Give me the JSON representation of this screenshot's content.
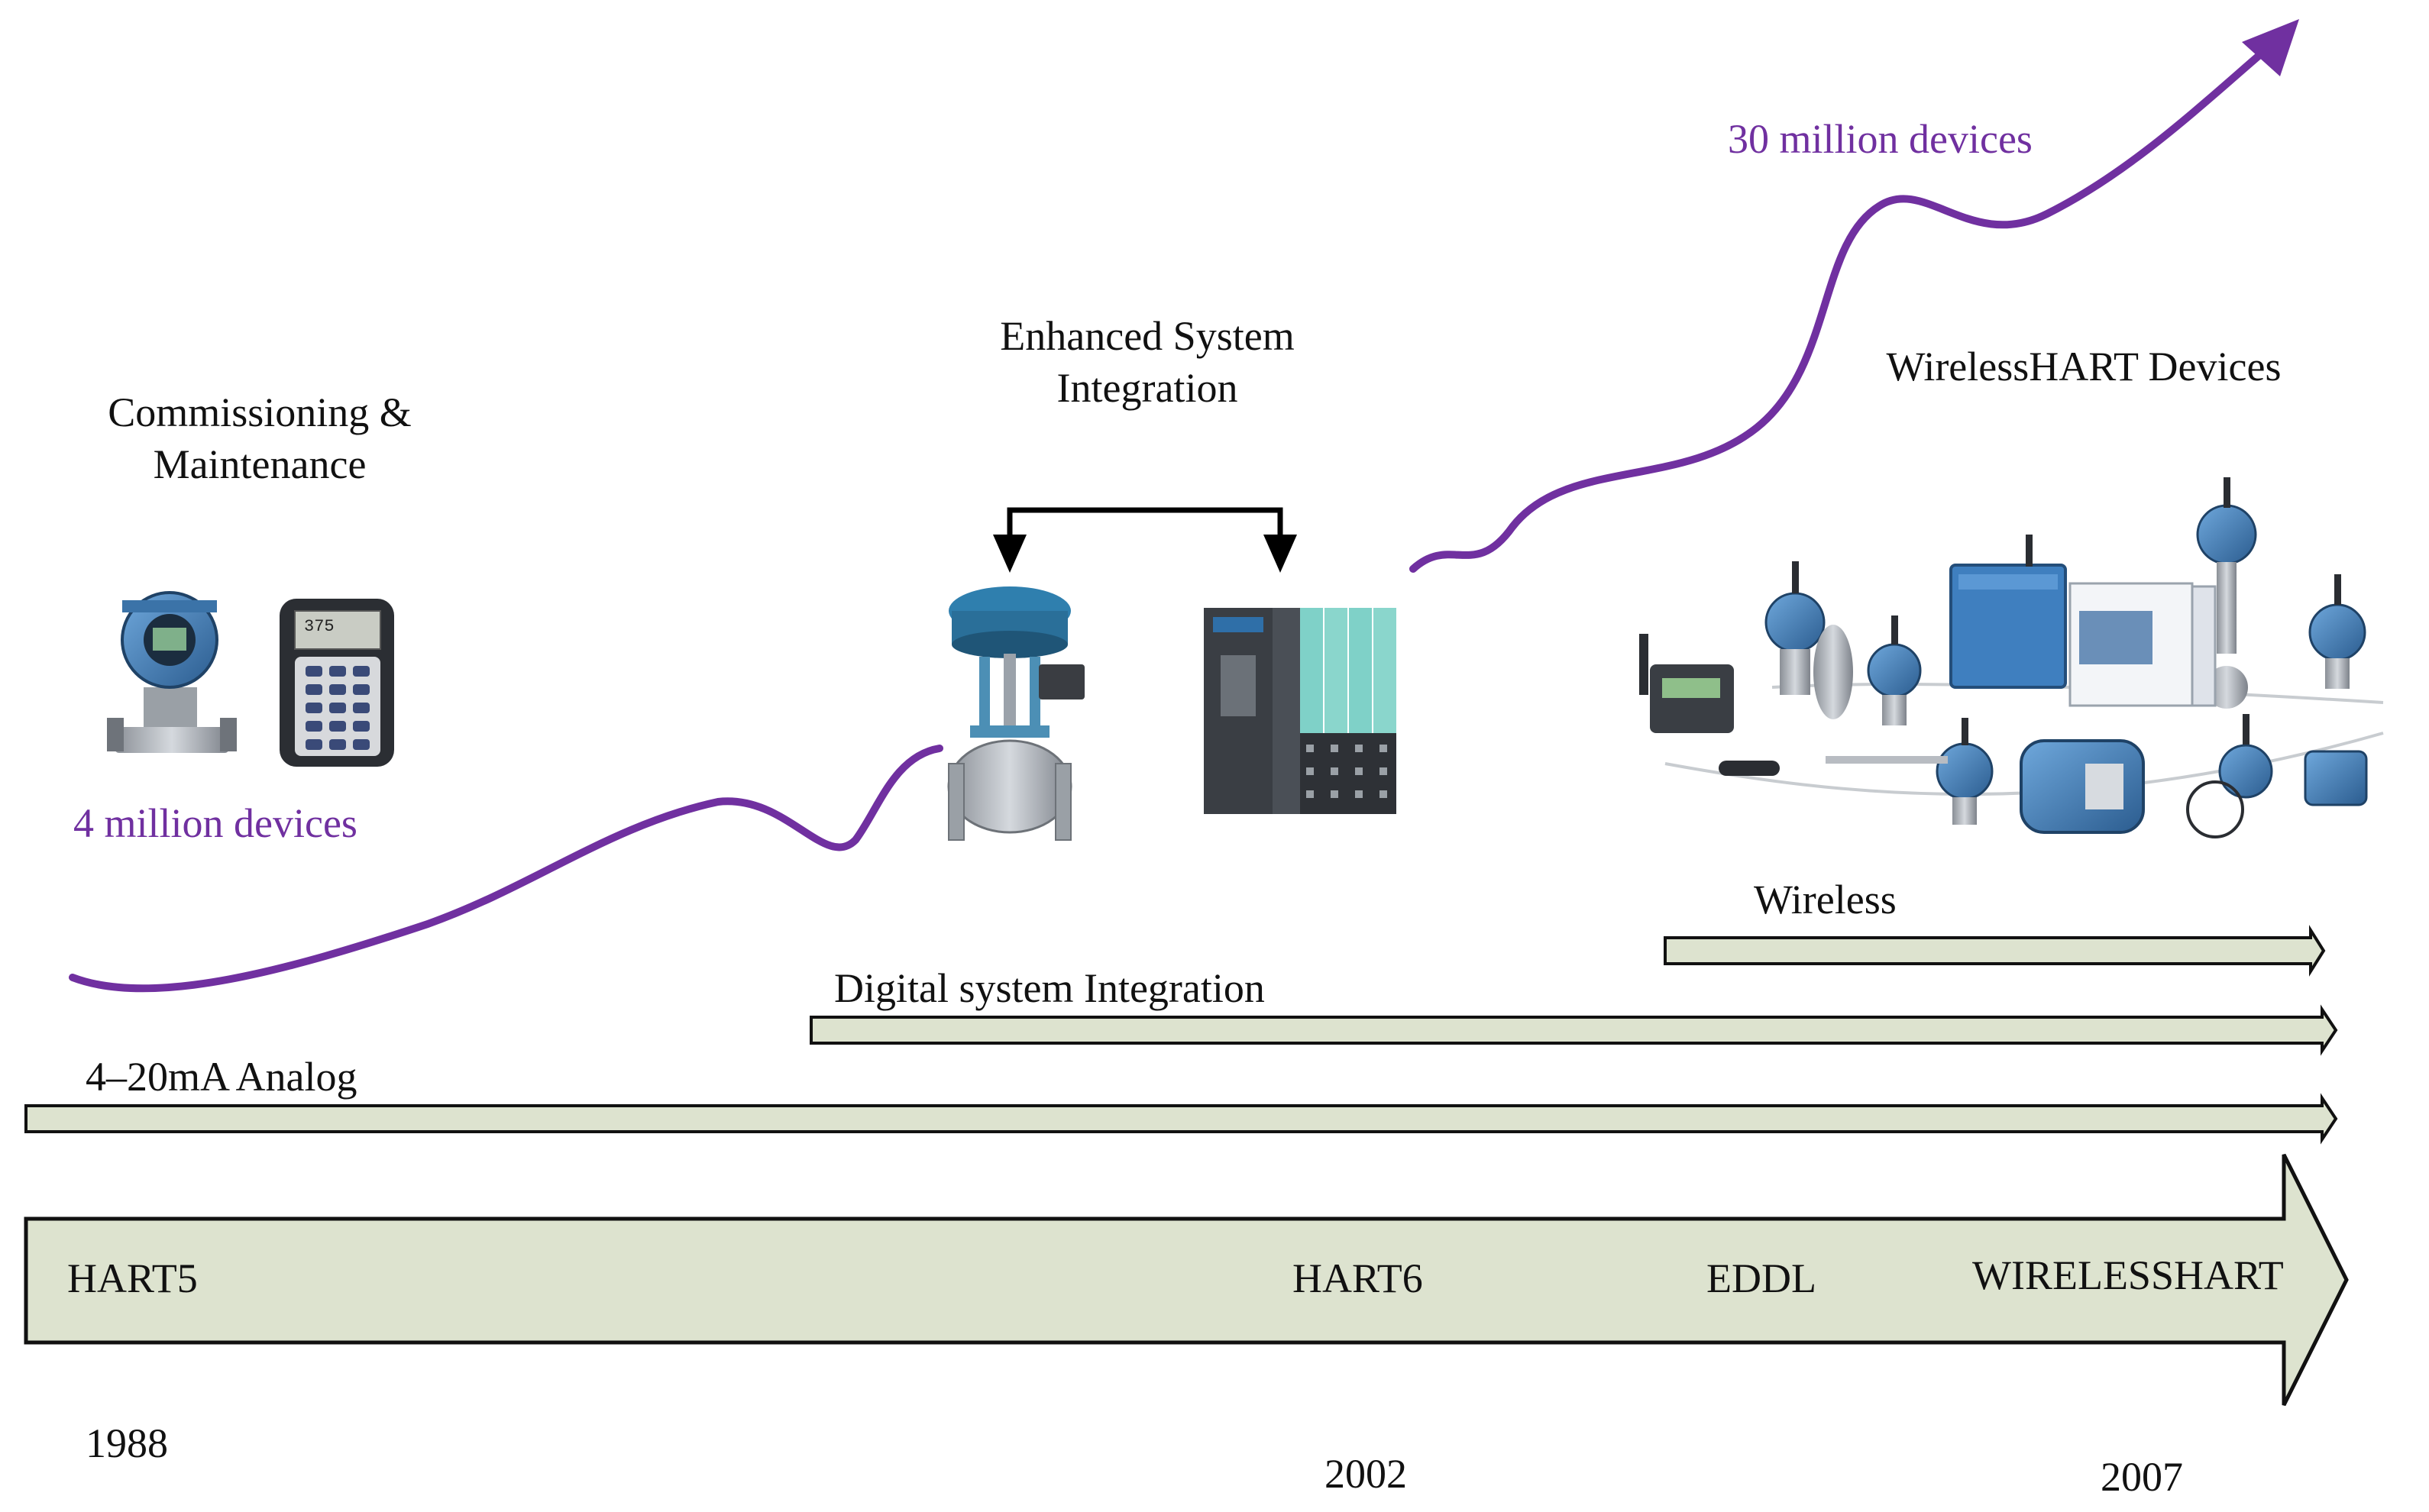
{
  "colors": {
    "growth_curve": "#7030a0",
    "timeline_fill": "#dde3cf",
    "outline": "#111111"
  },
  "captions": {
    "commissioning_line1": "Commissioning &",
    "commissioning_line2": "Maintenance",
    "enhanced_line1": "Enhanced System",
    "enhanced_line2": "Integration",
    "wirelesshart_devices": "WirelessHART Devices"
  },
  "growth": {
    "early_count": "4 million devices",
    "late_count": "30 million devices"
  },
  "tracks": {
    "analog": "4–20mA Analog",
    "digital": "Digital system Integration",
    "wireless": "Wireless"
  },
  "timeline": {
    "milestones": [
      "HART5",
      "HART6",
      "EDDL",
      "WIRELESSHART"
    ],
    "years": [
      "1988",
      "2002",
      "2007"
    ]
  },
  "icons": {
    "group1": [
      "pressure-transmitter-icon",
      "handheld-communicator-icon"
    ],
    "group2": [
      "control-valve-icon",
      "plc-controller-icon",
      "bidirectional-link-arrow-icon"
    ],
    "group3": [
      "wireless-devices-cluster-icon"
    ]
  }
}
